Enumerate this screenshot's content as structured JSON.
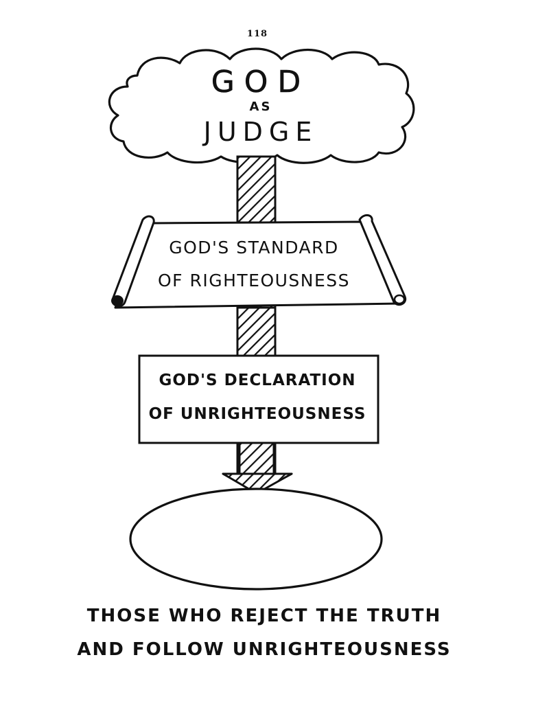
{
  "page_number": "118",
  "cloud": {
    "title": "GOD",
    "connector": "AS",
    "subtitle": "JUDGE"
  },
  "scroll": {
    "line1": "GOD'S STANDARD",
    "line2": "OF RIGHTEOUSNESS"
  },
  "declaration_box": {
    "line1": "GOD'S DECLARATION",
    "line2": "OF UNRIGHTEOUSNESS"
  },
  "caption": {
    "line1": "THOSE WHO REJECT THE TRUTH",
    "line2": "AND FOLLOW UNRIGHTEOUSNESS"
  },
  "colors": {
    "ink": "#111111",
    "paper": "#ffffff"
  }
}
